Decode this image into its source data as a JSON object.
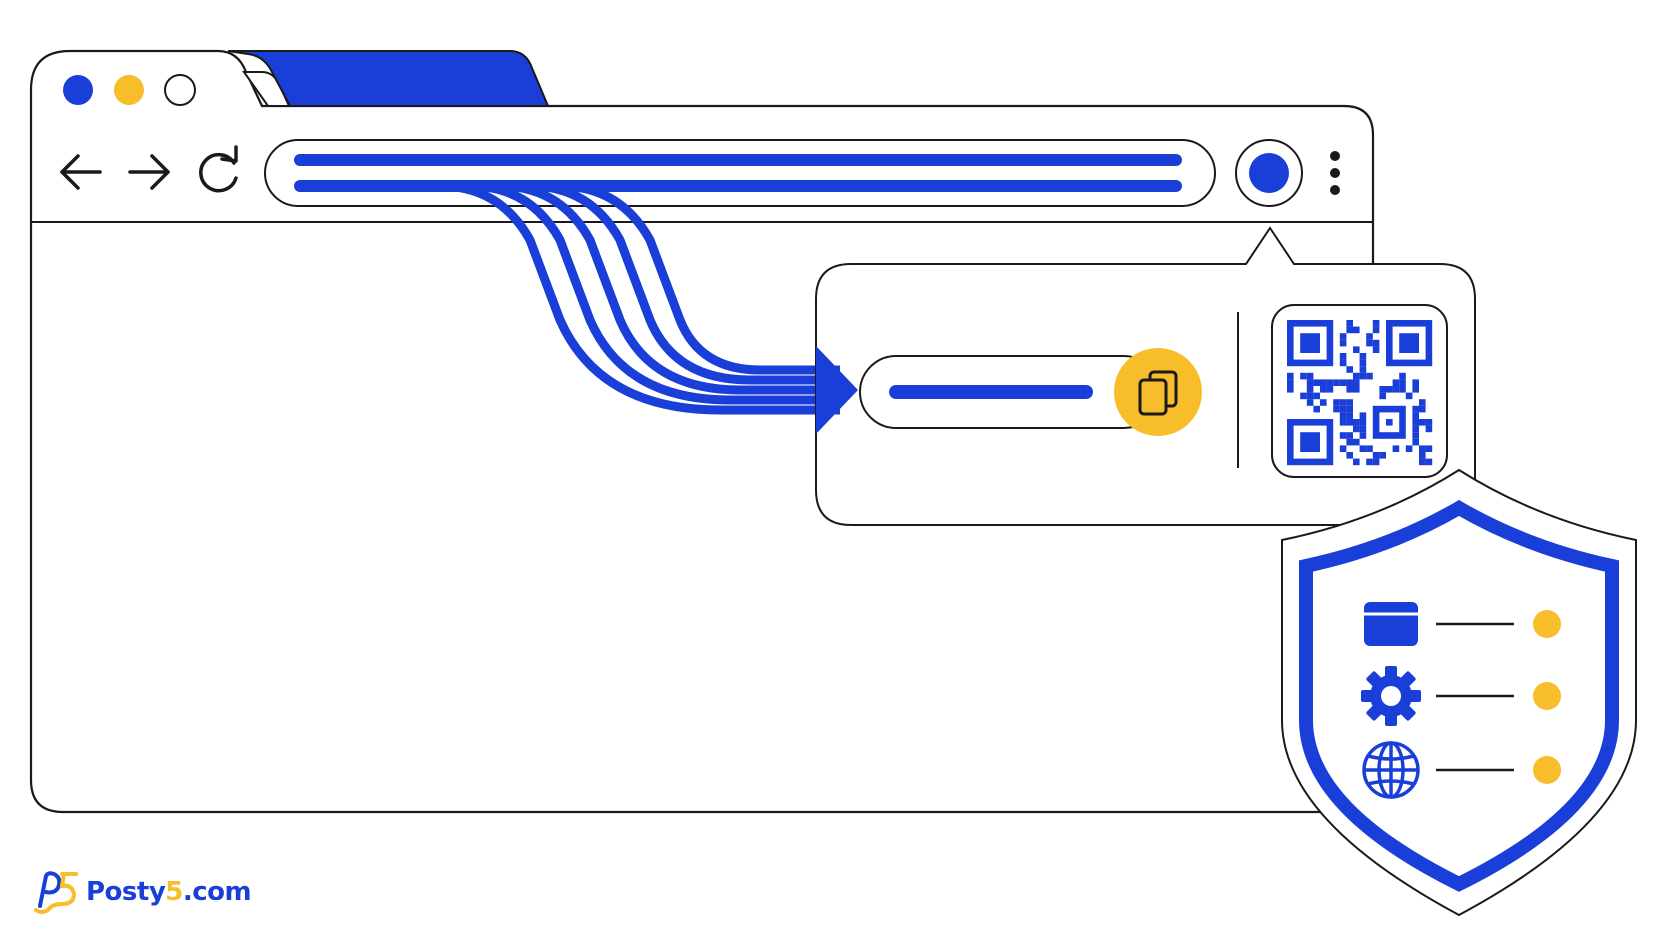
{
  "brand": {
    "logo_name": "Posty",
    "logo_number": "5",
    "logo_tld": ".com"
  },
  "icons": {
    "window_controls": [
      "dot-blue",
      "dot-yellow",
      "dot-empty"
    ],
    "navigation": [
      "back-arrow-icon",
      "forward-arrow-icon",
      "reload-icon"
    ],
    "toolbar": [
      "profile-dot-icon",
      "kebab-menu-icon"
    ],
    "popup": [
      "copy-icon",
      "qr-code-icon"
    ],
    "shield_items": [
      "window-icon",
      "gear-icon",
      "globe-icon"
    ]
  },
  "colors": {
    "primary_blue": "#1a3fd8",
    "accent_yellow": "#f7bd2a",
    "outline": "#1a1a1a",
    "background": "#ffffff"
  }
}
